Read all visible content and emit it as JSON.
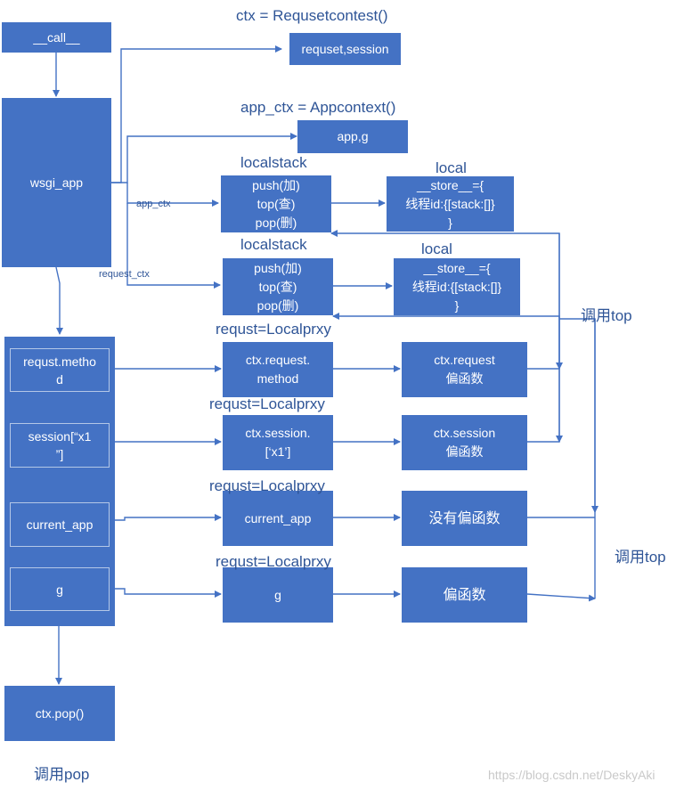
{
  "boxes": {
    "call": "__call__",
    "wsgi_app": "wsgi_app",
    "req_session": "requset,session",
    "app_g": "app,g",
    "stack1": "push(加)\ntop(查)\npop(删)",
    "stack2": "push(加)\ntop(查)\npop(删)",
    "local1": "__store__={\n线程id:{[stack:[]}\n}",
    "local2": "__store__={\n线程id:{[stack:[]}\n}",
    "method_item": "requst.metho\nd",
    "session_item": "session[“x1\n”]",
    "current_app_item": "current_app",
    "g_item": "g",
    "ctx_method": "ctx.request.\nmethod",
    "ctx_session": "ctx.session.\n[‘x1’]",
    "current_app_box": "current_app",
    "g_box": "g",
    "partial_request": "ctx.request\n偏函数",
    "partial_session": "ctx.session\n偏函数",
    "no_partial": "没有偏函数",
    "partial_g": "偏函数",
    "pop": "ctx.pop()"
  },
  "labels": {
    "ctx_assign": "ctx = Requsetcontest()",
    "app_ctx_assign": "app_ctx = Appcontext()",
    "localstack1": "localstack",
    "localstack2": "localstack",
    "local1": "local",
    "local2": "local",
    "app_ctx_edge": "app_ctx",
    "request_ctx_edge": "request_ctx",
    "proxy1": "requst=Localprxy",
    "proxy2": "requst=Localprxy",
    "proxy3": "requst=Localprxy",
    "proxy4": "requst=Localprxy",
    "call_top1": "调用top",
    "call_top2": "调用top",
    "call_pop": "调用pop",
    "watermark": "https://blog.csdn.net/DeskyAki"
  },
  "colors": {
    "box_fill": "#4472c4",
    "line": "#4472c4",
    "label_text": "#2f5597"
  }
}
